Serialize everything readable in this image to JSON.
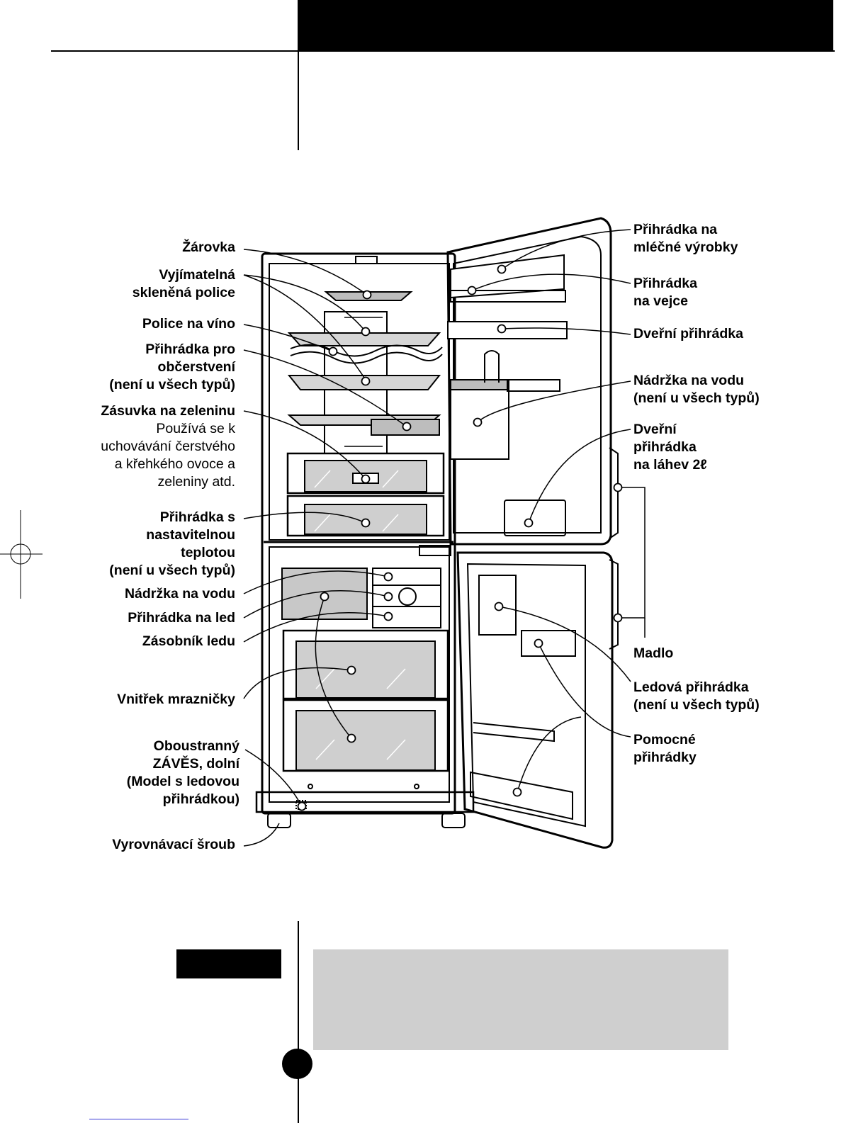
{
  "labels_left": [
    {
      "key": "zarovka",
      "lines": [
        "Žárovka"
      ]
    },
    {
      "key": "sklenena",
      "lines": [
        "Vyjímatelná",
        "skleněná police"
      ]
    },
    {
      "key": "vino",
      "lines": [
        "Police na víno"
      ]
    },
    {
      "key": "obcerstveni",
      "lines": [
        "Přihrádka pro",
        "občerstvení",
        "(není u všech typů)"
      ]
    },
    {
      "key": "zelenina",
      "lines": [
        "Zásuvka na zeleninu"
      ],
      "sub": [
        "Používá se k",
        "uchovávání čerstvého",
        "a křehkého ovoce a",
        "zeleniny atd."
      ]
    },
    {
      "key": "teplota",
      "lines": [
        "Přihrádka s",
        "nastavitelnou",
        "teplotou",
        "(není u všech typů)"
      ]
    },
    {
      "key": "nadrzka_vodu",
      "lines": [
        "Nádržka na vodu"
      ]
    },
    {
      "key": "led",
      "lines": [
        "Přihrádka na led"
      ]
    },
    {
      "key": "zasobnik",
      "lines": [
        "Zásobník ledu"
      ]
    },
    {
      "key": "mraznicka",
      "lines": [
        "Vnitřek mrazničky"
      ]
    },
    {
      "key": "zaves",
      "lines": [
        "Oboustranný",
        "ZÁVĚS, dolní",
        "(Model s ledovou",
        "přihrádkou)"
      ]
    },
    {
      "key": "sroub",
      "lines": [
        "Vyrovnávací šroub"
      ]
    }
  ],
  "labels_right": [
    {
      "key": "mlecne",
      "lines": [
        "Přihrádka na",
        "mléčné výrobky"
      ]
    },
    {
      "key": "vejce",
      "lines": [
        "Přihrádka",
        "na vejce"
      ]
    },
    {
      "key": "dverni",
      "lines": [
        "Dveřní přihrádka"
      ]
    },
    {
      "key": "nadrzka_vodu_r",
      "lines": [
        "Nádržka na vodu",
        "(není u všech typů)"
      ]
    },
    {
      "key": "lahev",
      "lines": [
        "Dveřní",
        "přihrádka",
        "na láhev 2ℓ"
      ]
    },
    {
      "key": "madlo",
      "lines": [
        "Madlo"
      ]
    },
    {
      "key": "ledova",
      "lines": [
        "Ledová přihrádka",
        "(není u všech typů)"
      ]
    },
    {
      "key": "pomocne",
      "lines": [
        "Pomocné",
        "přihrádky"
      ]
    }
  ],
  "colors": {
    "header": "#000000",
    "note_box": "#cfcfcf",
    "link": "#3a3ad6"
  }
}
